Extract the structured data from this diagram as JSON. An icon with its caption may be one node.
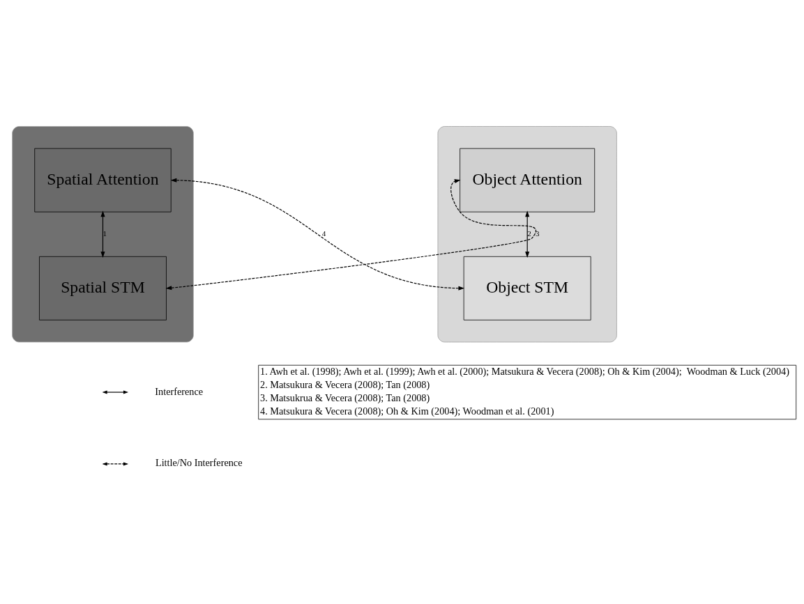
{
  "diagram": {
    "nodes": [
      {
        "text": [],
        "shape": "ellipse"
      },
      {
        "text": [
          "Spatial Attention"
        ],
        "in": 0
      },
      {
        "text": [
          "Spatial STM"
        ],
        "in": 0
      },
      {
        "text": [],
        "shape": "ellipse"
      },
      {
        "text": [
          "Object Attention"
        ],
        "in": 3
      },
      {
        "text": [
          "Object STM"
        ],
        "in": 3
      }
    ],
    "edges": [
      {
        "from": 1,
        "to": 2,
        "arrow": "both",
        "label": "1"
      },
      {
        "from": 4,
        "to": 5,
        "arrow": "both",
        "label": "2"
      },
      {
        "from": 2,
        "to": 4,
        "arrow": "both",
        "label": "3",
        "style": "dashed"
      },
      {
        "from": 1,
        "to": 5,
        "arrow": "both",
        "label": "4",
        "style": "dashed"
      }
    ],
    "labels": [
      "1. Awh et al. (1998); Awh et al. (1999); Awh et al. (2000); Matsukura & Vecera (2008); Oh & Kim (2004);  Woodman & Luck (2004)",
      "2. Matsukura & Vecera (2008); Tan (2008)",
      "3. Matsukrua & Vecera (2008); Tan (2008)",
      "4. Matsukura & Vecera (2008); Oh & Kim (2004); Woodman et al. (2001)"
    ],
    "legend": [
      {
        "text": "Interference"
      },
      {
        "text": "Little/No Interference"
      }
    ]
  }
}
